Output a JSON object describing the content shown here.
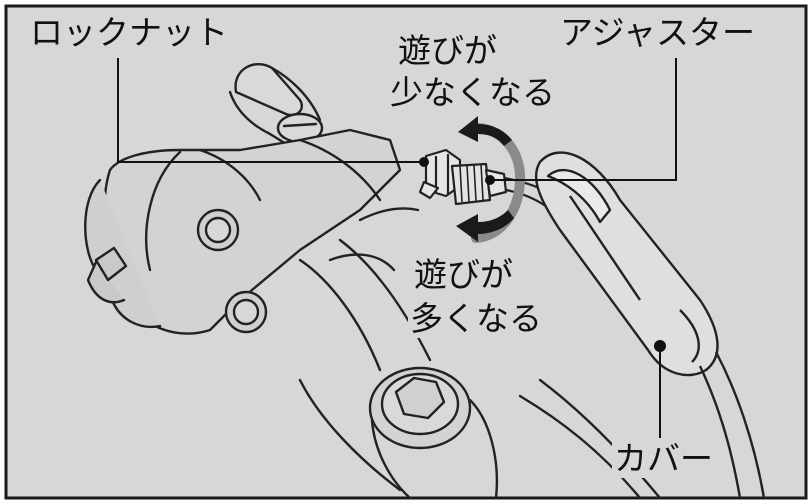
{
  "labels": {
    "lock_nut": "ロックナット",
    "adjuster": "アジャスター",
    "play_less_line1": "遊びが",
    "play_less_line2": "少なくなる",
    "play_more_line1": "遊びが",
    "play_more_line2": "多くなる",
    "cover": "カバー"
  },
  "colors": {
    "background": "#d7d7d7",
    "frame": "#1a1a1a",
    "line_art": "#222222",
    "arrow_ring": "#8a8a8a"
  }
}
